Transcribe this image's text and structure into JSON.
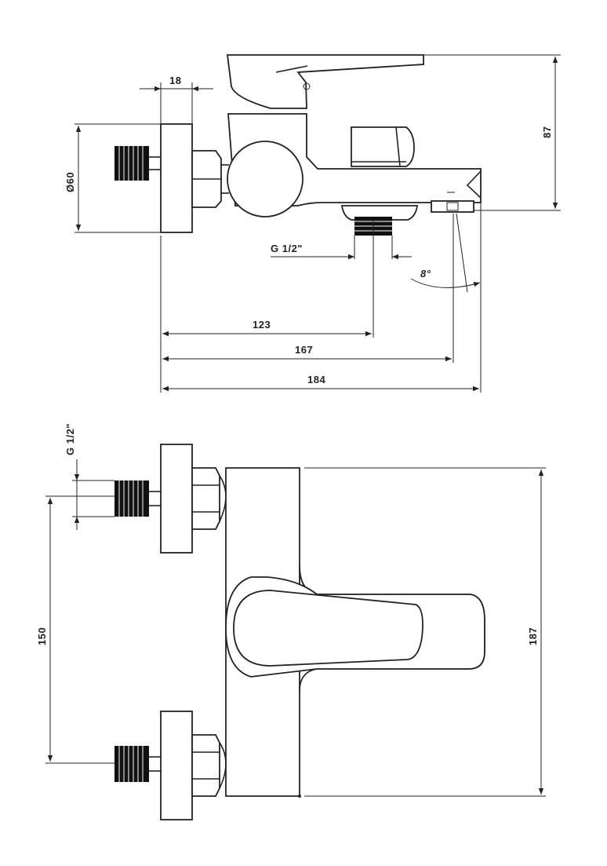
{
  "dimensions": {
    "width_18": "18",
    "diameter_60": "Ø60",
    "height_87": "87",
    "thread_top": "G 1/2\"",
    "angle_8": "8°",
    "length_123": "123",
    "length_167": "167",
    "length_184": "184",
    "thread_bottom": "G 1/2\"",
    "spacing_150": "150",
    "height_187": "187"
  },
  "colors": {
    "line": "#222222",
    "background": "#ffffff"
  }
}
